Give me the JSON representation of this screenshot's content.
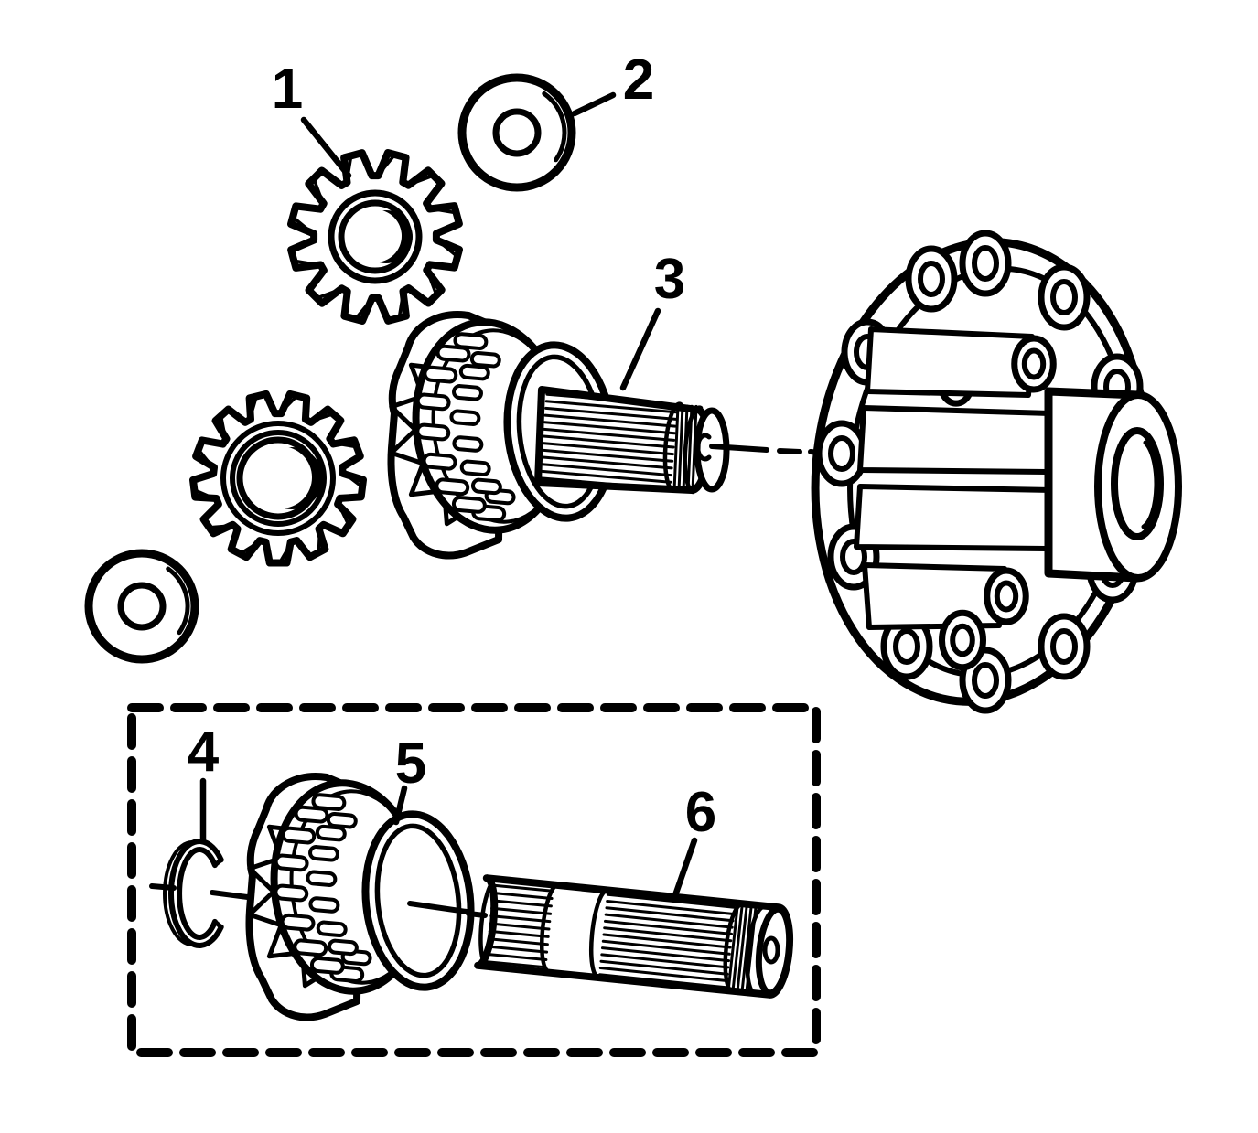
{
  "figure": {
    "background": "#ffffff",
    "line_color": "#000000"
  },
  "callouts": [
    {
      "label": "1"
    },
    {
      "label": "2"
    },
    {
      "label": "3"
    },
    {
      "label": "4"
    },
    {
      "label": "5"
    },
    {
      "label": "6"
    }
  ]
}
